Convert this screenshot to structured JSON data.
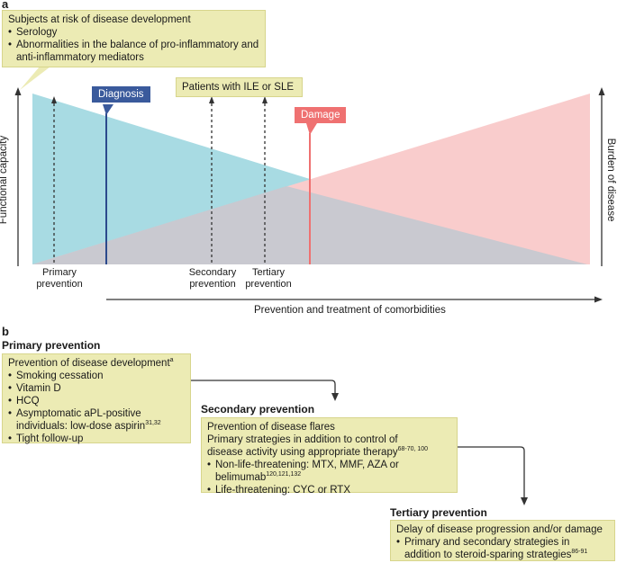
{
  "panel_a": {
    "letter": "a",
    "subjects_box": {
      "title": "Subjects at risk of disease development",
      "items": [
        "Serology",
        "Abnormalities in the balance of pro-inflammatory and anti-inflammatory mediators"
      ]
    },
    "diagnosis_label": "Diagnosis",
    "patients_label": "Patients with ILE or SLE",
    "damage_label": "Damage",
    "y_left_label": "Functional capacity",
    "y_right_label": "Burden of disease",
    "primary_label": [
      "Primary",
      "prevention"
    ],
    "secondary_label": [
      "Secondary",
      "prevention"
    ],
    "tertiary_label": [
      "Tertiary",
      "prevention"
    ],
    "comorbidities_label": "Prevention and treatment of comorbidities",
    "colors": {
      "functional": "#a8dbe3",
      "burden": "#f9cccc",
      "overlap": "#c8c8cf",
      "diagnosis": "#3a5a9c",
      "damage": "#ef7171",
      "box": "#ecebb4"
    }
  },
  "panel_b": {
    "letter": "b",
    "primary": {
      "title": "Primary prevention",
      "heading": "Prevention of disease development",
      "heading_sup": "a",
      "items": [
        "Smoking cessation",
        "Vitamin D",
        "HCQ"
      ],
      "aspirin_line1": "Asymptomatic aPL-positive",
      "aspirin_line2": "individuals: low-dose aspirin",
      "aspirin_sup": "31,32",
      "last_item": "Tight follow-up"
    },
    "secondary": {
      "title": "Secondary prevention",
      "line1": "Prevention of disease flares",
      "line2": "Primary strategies in addition to control of",
      "line3": "disease activity using appropriate therapy",
      "line3_sup": "68-70, 100",
      "item1_line1": "Non-life-threatening: MTX, MMF, AZA or",
      "item1_line2": "belimumab",
      "item1_sup": "120,121,132",
      "item2": "Life-threatening: CYC or RTX"
    },
    "tertiary": {
      "title": "Tertiary prevention",
      "line1": "Delay of disease progression and/or damage",
      "item1_line1": "Primary and secondary strategies in",
      "item1_line2": "addition to steroid-sparing strategies",
      "item1_sup": "86-91"
    }
  }
}
